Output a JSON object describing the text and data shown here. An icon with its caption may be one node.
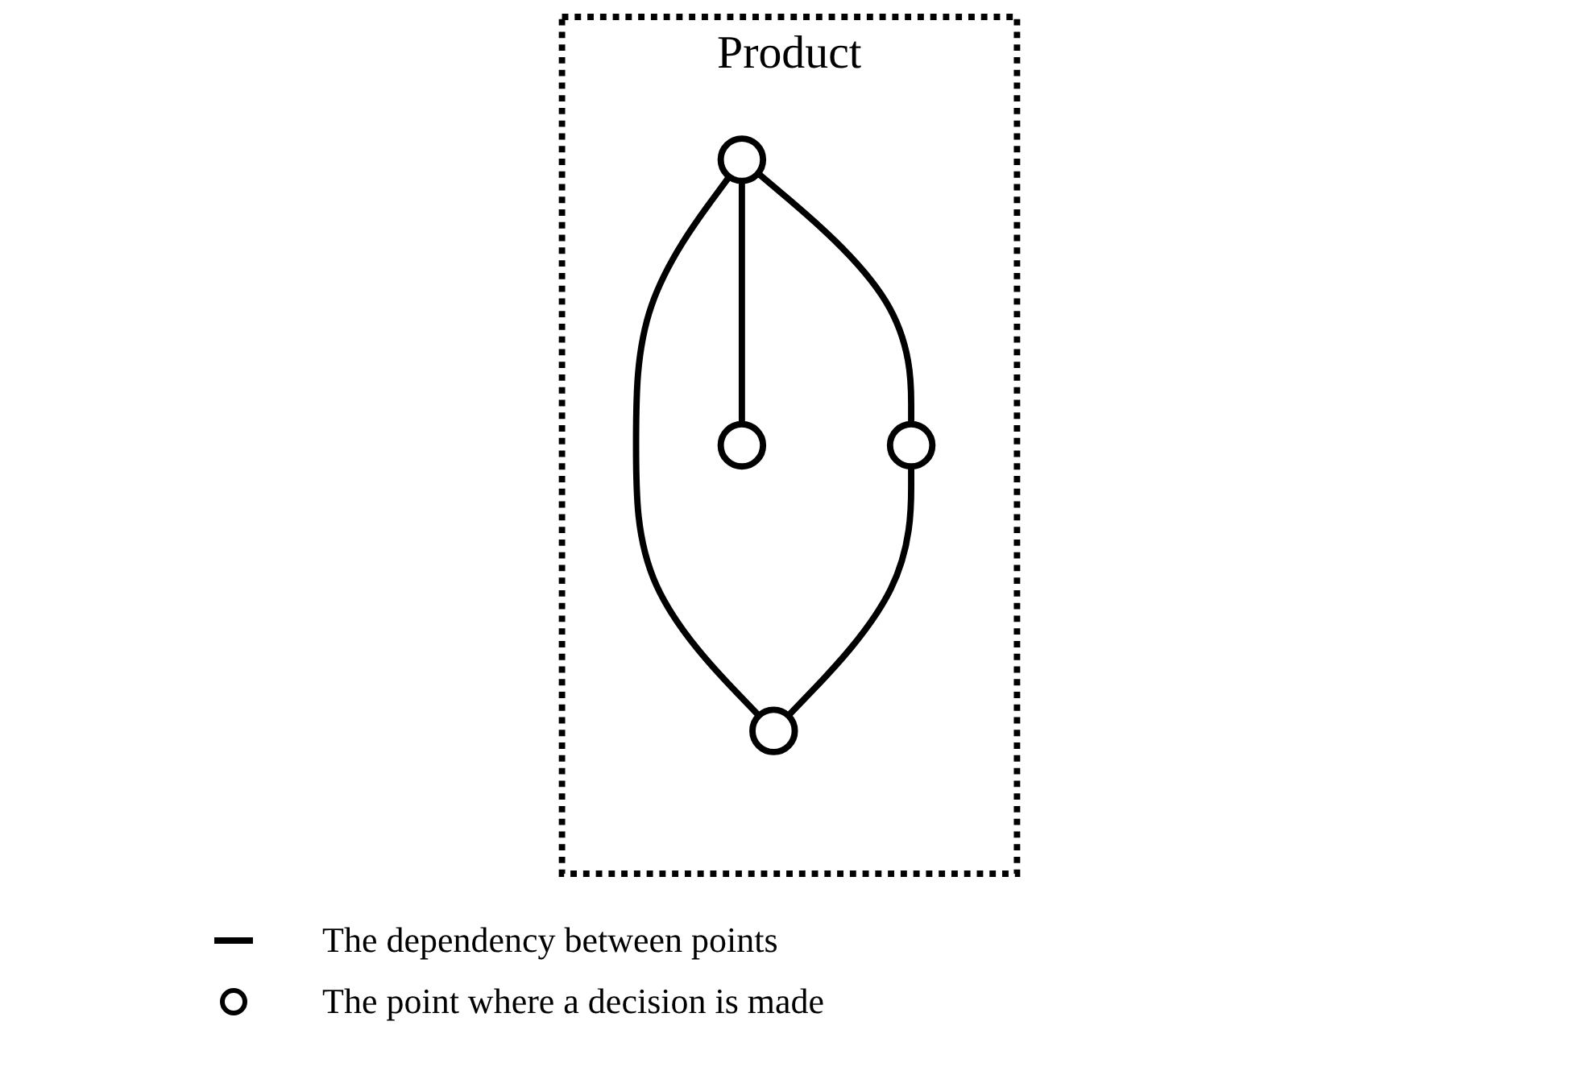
{
  "diagram": {
    "nodes": [
      {
        "text": [
          "Product"
        ]
      },
      {
        "text": [],
        "shape": "circle",
        "in": 0
      },
      {
        "text": [],
        "shape": "circle",
        "in": 0
      },
      {
        "text": [],
        "shape": "circle",
        "in": 0
      },
      {
        "text": [],
        "shape": "circle",
        "in": 0
      }
    ],
    "edges": [
      {
        "from": 1,
        "to": 2,
        "arrow": "none"
      },
      {
        "from": 1,
        "to": 4,
        "arrow": "none"
      },
      {
        "from": 1,
        "to": 3,
        "arrow": "none"
      },
      {
        "from": 2,
        "to": 4,
        "arrow": "none"
      }
    ],
    "legend": [
      {
        "text": "The dependency between points"
      },
      {
        "text": "The point where a decision is made"
      }
    ]
  }
}
